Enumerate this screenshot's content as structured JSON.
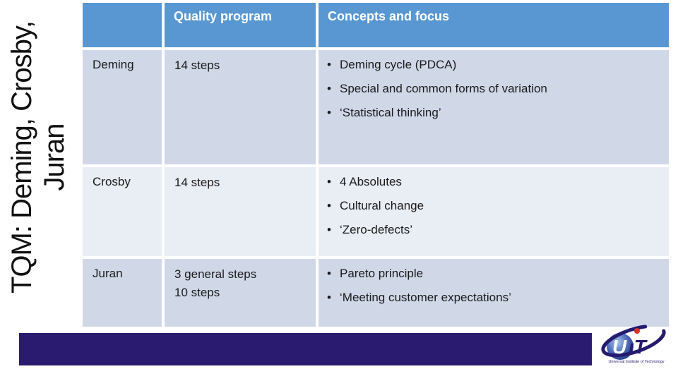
{
  "slide": {
    "vertical_title": {
      "line1": "TQM: Deming, Crosby,",
      "line2": "Juran"
    }
  },
  "table": {
    "header": {
      "blank": "",
      "quality_program": "Quality program",
      "concepts_focus": "Concepts and focus"
    },
    "rows": [
      {
        "name": "Deming",
        "program": [
          "14 steps"
        ],
        "bullets": [
          "Deming cycle (PDCA)",
          "Special and common forms of variation",
          "‘Statistical thinking’"
        ]
      },
      {
        "name": "Crosby",
        "program": [
          "14 steps"
        ],
        "bullets": [
          "4 Absolutes",
          "Cultural change",
          "‘Zero-defects’"
        ]
      },
      {
        "name": "Juran",
        "program": [
          "3 general steps",
          "10 steps"
        ],
        "bullets": [
          "Pareto principle",
          "‘Meeting customer expectations’"
        ]
      }
    ]
  },
  "logo": {
    "text": "UiT",
    "text_u": "U",
    "text_it": "ıT",
    "tagline": "Universal Institute of Technology"
  },
  "colors": {
    "header_blue": "#5897D2",
    "band_dark": "#D0D8E8",
    "band_light": "#E9EDF4",
    "footer_purple": "#2A1B70",
    "header_text": "#FFFFFF",
    "body_text": "#1A1A1A",
    "logo_navy": "#241A6E",
    "logo_red": "#D93025"
  }
}
